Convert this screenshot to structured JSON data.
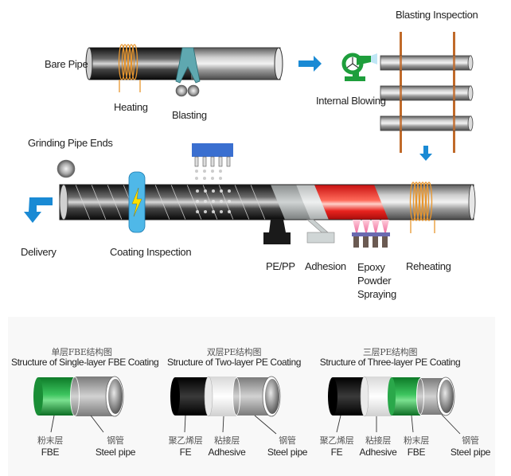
{
  "process": {
    "steps": {
      "bare_pipe": "Bare Pipe",
      "heating": "Heating",
      "blasting": "Blasting",
      "internal_blowing": "Internal Blowing",
      "blasting_inspection": "Blasting Inspection",
      "grinding_pipe_ends": "Grinding Pipe Ends",
      "delivery": "Delivery",
      "coating_inspection": "Coating Inspection",
      "pe_pp": "PE/PP",
      "adhesion": "Adhesion",
      "epoxy_powder_spraying": [
        "Epoxy",
        "Powder",
        "Spraying"
      ],
      "reheating": "Reheating"
    },
    "colors": {
      "arrow": "#1a8ad4",
      "coil": "#e8962e",
      "blower": "#1e9e3c",
      "epoxy": "#e8231e",
      "inspection_ring": "#4fb8e8",
      "sprayer": "#3a6fd0"
    }
  },
  "structures": [
    {
      "title_cn": "单层FBE结构图",
      "title_en": "Structure of Single-layer FBE Coating",
      "layers": [
        {
          "cn": "粉末层",
          "en": "FBE",
          "color": "#1e9e3c"
        },
        {
          "cn": "钢管",
          "en": "Steel pipe",
          "color": "#a0a0a0"
        }
      ]
    },
    {
      "title_cn": "双层PE结构图",
      "title_en": "Structure of Two-layer PE Coating",
      "layers": [
        {
          "cn": "聚乙烯层",
          "en": "FE",
          "color": "#111111"
        },
        {
          "cn": "粘接层",
          "en": "Adhesive",
          "color": "#f2f2f2"
        },
        {
          "cn": "钢管",
          "en": "Steel pipe",
          "color": "#a0a0a0"
        }
      ]
    },
    {
      "title_cn": "三层PE结构图",
      "title_en": "Structure of Three-layer PE Coating",
      "layers": [
        {
          "cn": "聚乙烯层",
          "en": "FE",
          "color": "#111111"
        },
        {
          "cn": "粘接层",
          "en": "Adhesive",
          "color": "#f2f2f2"
        },
        {
          "cn": "粉末层",
          "en": "FBE",
          "color": "#1e9e3c"
        },
        {
          "cn": "钢管",
          "en": "Steel pipe",
          "color": "#a0a0a0"
        }
      ]
    }
  ]
}
